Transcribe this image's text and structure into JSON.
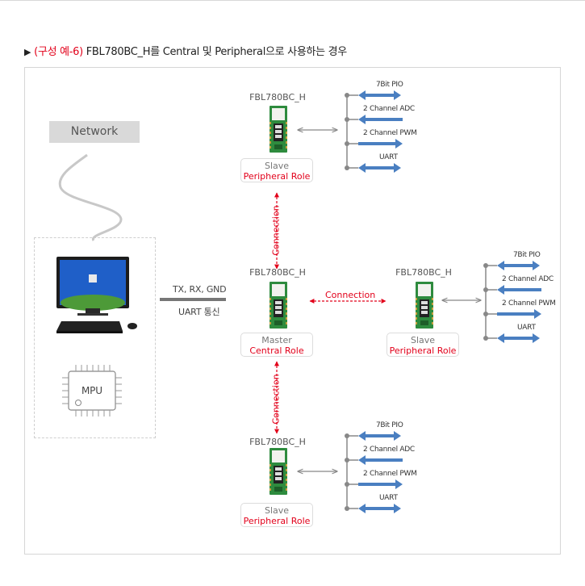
{
  "heading": {
    "prefix": "(구성 예-6)",
    "text": " FBL780BC_H를 Central 및 Peripheral으로 사용하는 경우"
  },
  "network": {
    "label": "Network"
  },
  "host": {
    "mpu_label": "MPU",
    "uart_signals": "TX, RX, GND",
    "uart_label": "UART 통신"
  },
  "devices": {
    "top": {
      "name": "FBL780BC_H",
      "role": "Slave",
      "role_type": "Peripheral Role"
    },
    "center": {
      "name": "FBL780BC_H",
      "role": "Master",
      "role_type": "Central Role"
    },
    "right": {
      "name": "FBL780BC_H",
      "role": "Slave",
      "role_type": "Peripheral Role"
    },
    "bottom": {
      "name": "FBL780BC_H",
      "role": "Slave",
      "role_type": "Peripheral Role"
    }
  },
  "ports": [
    "7Bit PIO",
    "2 Channel ADC",
    "2 Channel PWM",
    "UART"
  ],
  "connection_label": "Connection",
  "colors": {
    "accent": "#e2001a",
    "arrow": "#4a7fc1",
    "board": "#2e8b3e"
  }
}
